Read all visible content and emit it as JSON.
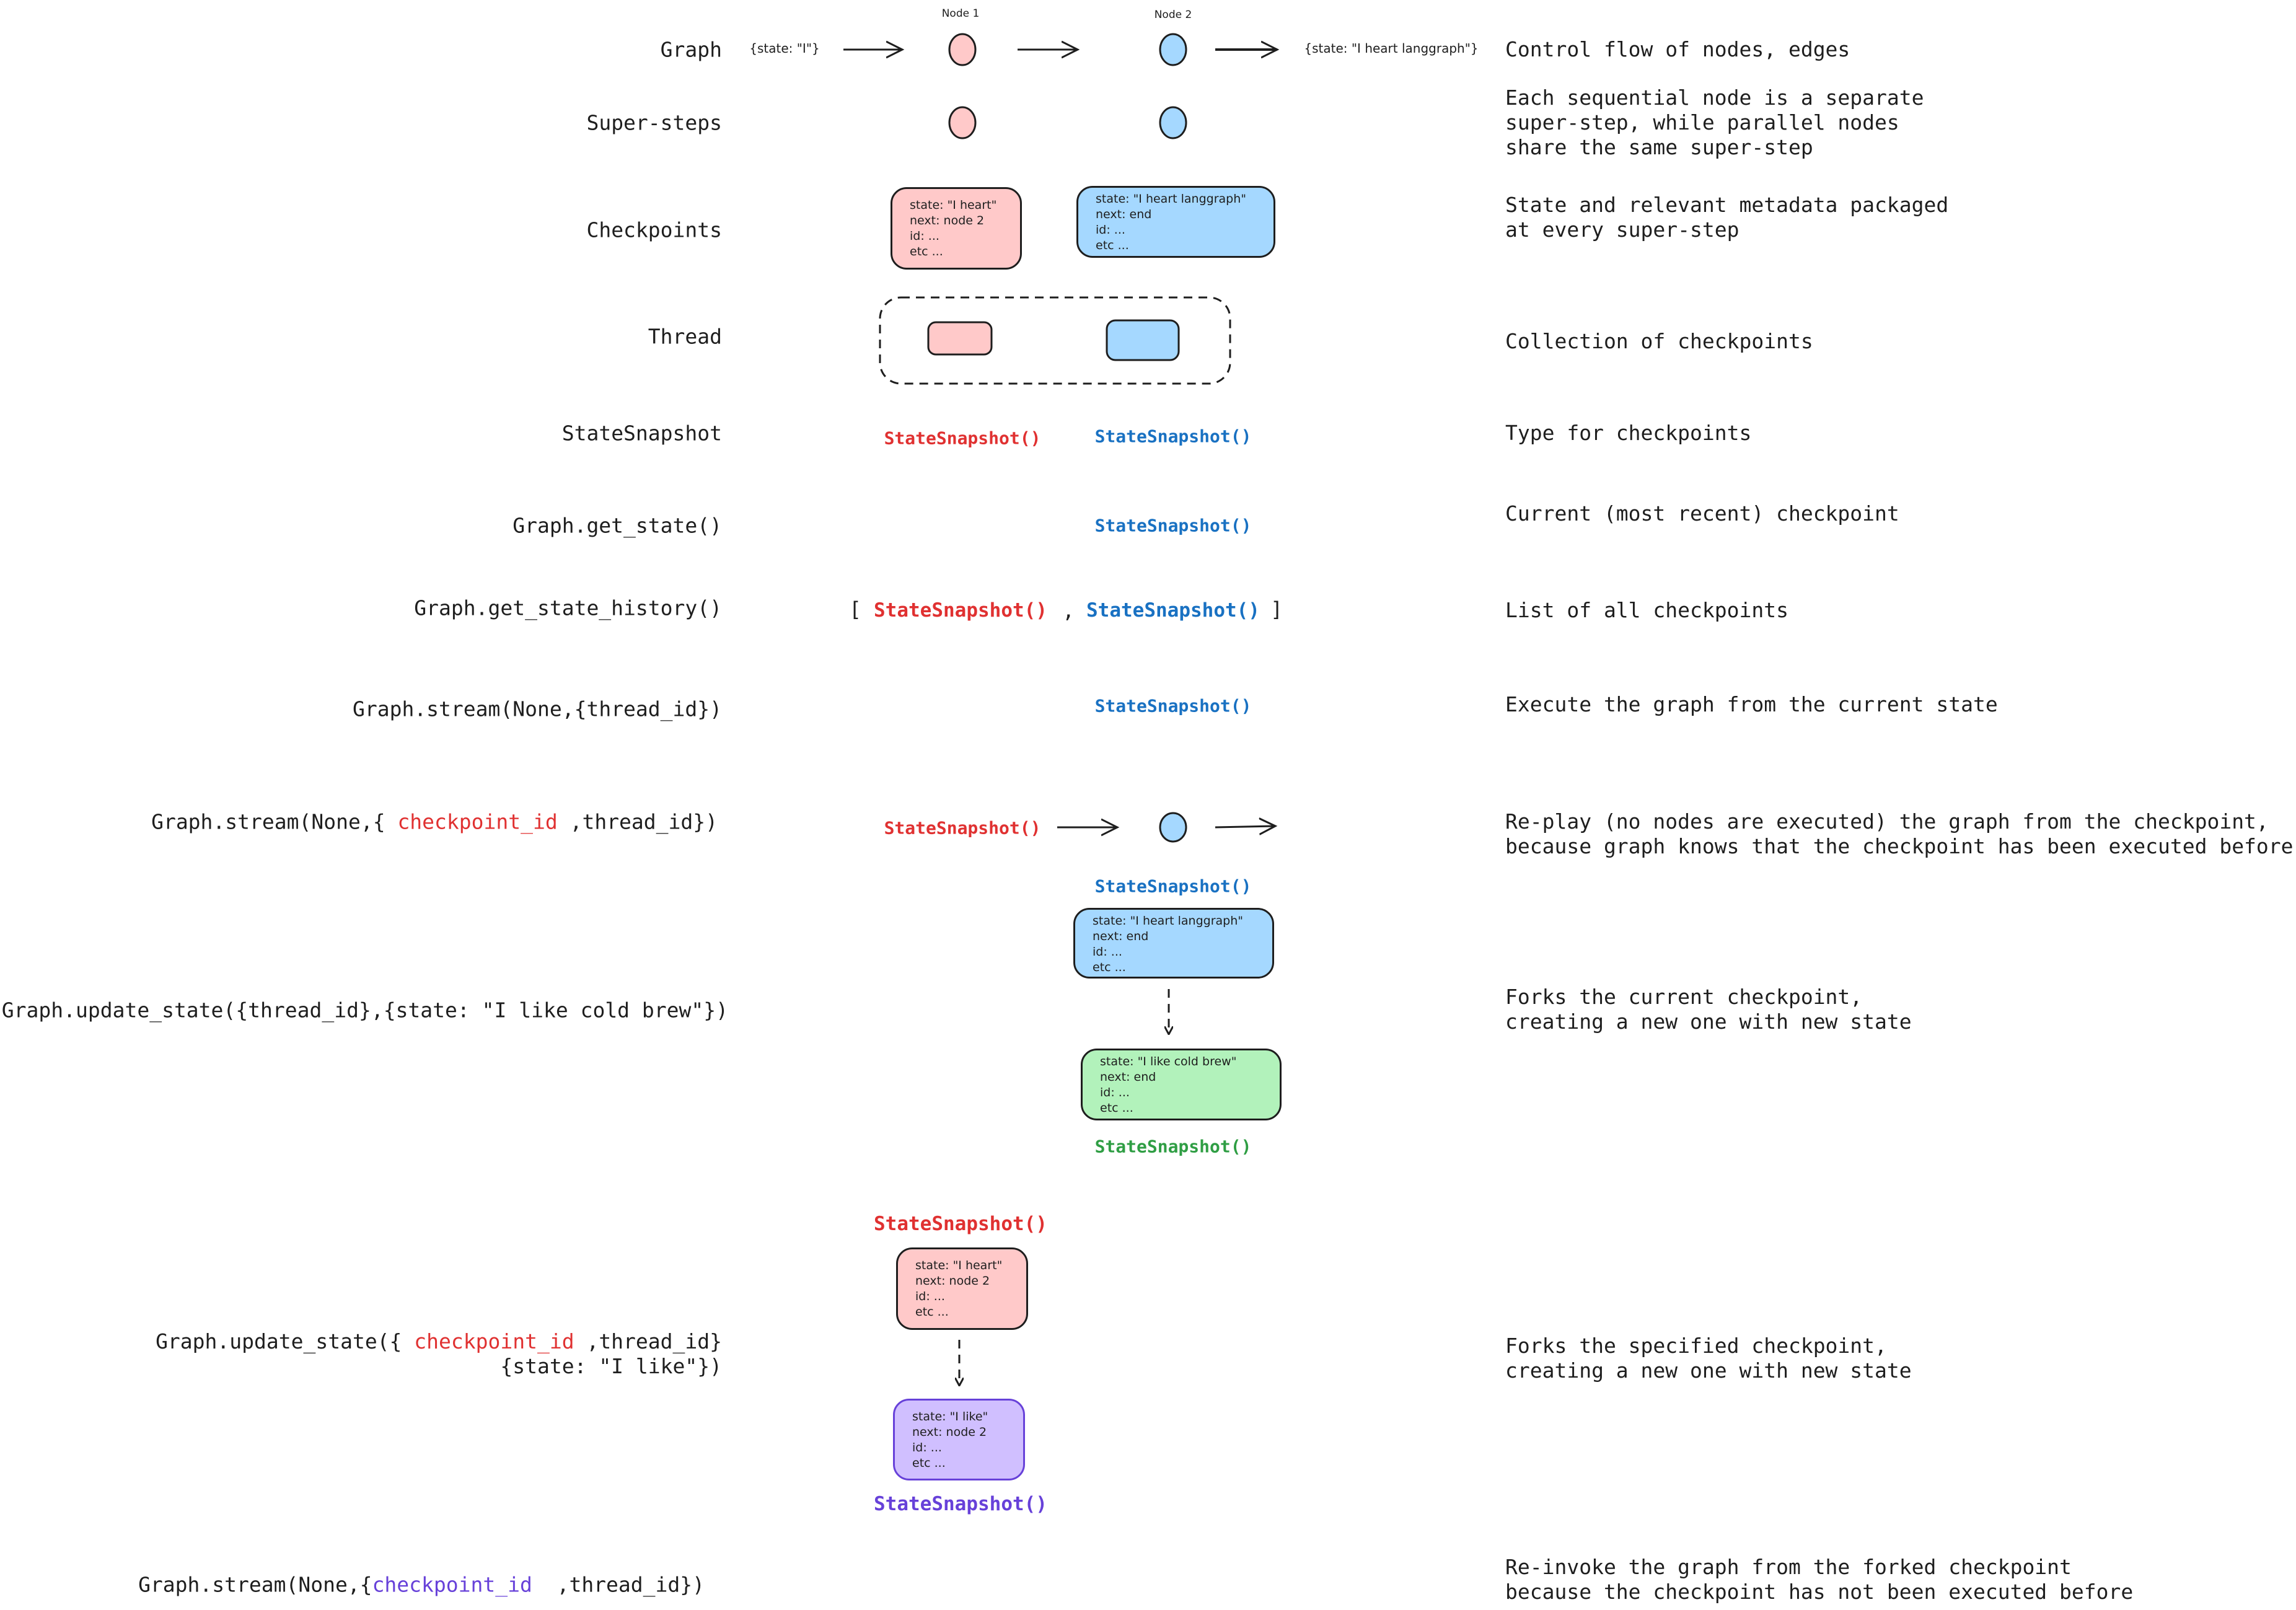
{
  "rows": [
    {
      "label": "Graph",
      "description": [
        "Control flow of nodes, edges"
      ]
    },
    {
      "label": "Super-steps",
      "description": [
        "Each sequential node is a separate",
        "super-step, while parallel nodes",
        "share the same super-step"
      ]
    },
    {
      "label": "Checkpoints",
      "description": [
        "State and relevant metadata packaged",
        "at every super-step"
      ]
    },
    {
      "label": "Thread",
      "description": [
        "Collection of checkpoints"
      ]
    },
    {
      "label": "StateSnapshot",
      "description": [
        "Type for checkpoints"
      ]
    },
    {
      "label": "Graph.get_state()",
      "description": [
        "Current (most recent) checkpoint"
      ]
    },
    {
      "label": "Graph.get_state_history()",
      "description": [
        "List of all checkpoints"
      ]
    },
    {
      "label": "Graph.stream(None,{thread_id})",
      "description": [
        "Execute the graph from the current state"
      ]
    },
    {
      "label_parts": [
        "Graph.stream(None,{ ",
        "checkpoint_id",
        " ,thread_id})"
      ],
      "description": [
        "Re-play (no nodes are executed) the graph from the checkpoint,",
        "because graph knows that the checkpoint has been executed before"
      ]
    },
    {
      "label": "Graph.update_state({thread_id},{state: \"I like cold brew\"})",
      "description": [
        "Forks the current checkpoint,",
        "creating a new one with new state"
      ]
    },
    {
      "label_parts": [
        "Graph.update_state({ ",
        "checkpoint_id",
        " ,thread_id}"
      ],
      "label_line2": "{state: \"I like\"})",
      "description": [
        "Forks the specified checkpoint,",
        "creating a new one with new state"
      ]
    },
    {
      "label_parts": [
        "Graph.stream(None,{",
        "checkpoint_id",
        "  ,thread_id})"
      ],
      "description": [
        "Re-invoke the graph from the forked checkpoint",
        "because the checkpoint has not been executed before"
      ]
    }
  ],
  "graph": {
    "input": "{state: \"I\"}",
    "node1": "Node 1",
    "node2": "Node 2",
    "output": "{state: \"I heart langgraph\"}"
  },
  "snapshot_label": "StateSnapshot()",
  "history": {
    "open": "[",
    "sep": ",",
    "close": "]"
  },
  "checkpoints": {
    "pink": [
      "state: \"I heart\"",
      "next: node 2",
      "id: ...",
      "etc ..."
    ],
    "blue": [
      "state: \"I heart langgraph\"",
      "next: end",
      "id: ...",
      "etc ..."
    ],
    "green": [
      "state: \"I like cold brew\"",
      "next: end",
      "id: ...",
      "etc ..."
    ],
    "purple": [
      "state: \"I like\"",
      "next: node 2",
      "id: ...",
      "etc ..."
    ]
  },
  "colors": {
    "node1_fill": "#ffc9c9",
    "node2_fill": "#a5d8ff",
    "green_fill": "#b2f2bb",
    "purple_fill": "#d0bfff",
    "red_text": "#e03131",
    "blue_text": "#1971c2",
    "green_text": "#2f9e44",
    "purple_text": "#6741d9"
  }
}
